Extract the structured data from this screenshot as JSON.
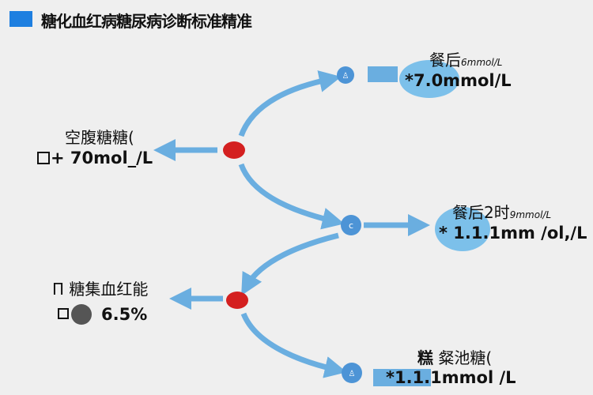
{
  "title": "糖化血红病糖尿病诊断标准精准",
  "colors": {
    "accent": "#1e7fe0",
    "arrow": "#6aaee0",
    "node": "#4d94d6",
    "red": "#d42020",
    "blob": "#7cc0ea",
    "dark": "#555555"
  },
  "nodes": [
    {
      "id": "top-right",
      "label": "餐后",
      "unit_hint": "6mmol/L",
      "value": "*7.0mmol/L",
      "icon": "person-icon"
    },
    {
      "id": "left-1",
      "label": "空腹糖糖(",
      "value": "+ 70mol_/L",
      "icon": "box-icon"
    },
    {
      "id": "mid-right",
      "label": "餐后2时",
      "unit_hint": "9mmol/L",
      "value": "* 1.1.1mm /ol,/L",
      "icon": "c-icon"
    },
    {
      "id": "left-2",
      "label": "糖集血红能",
      "prefix": "П",
      "value": "6.5%",
      "icon": "box-icon"
    },
    {
      "id": "bottom-right",
      "label_bold": "糕",
      "label": "粲池糖(",
      "value": "*1.1.1mmol /L",
      "icon": "person-icon"
    }
  ]
}
